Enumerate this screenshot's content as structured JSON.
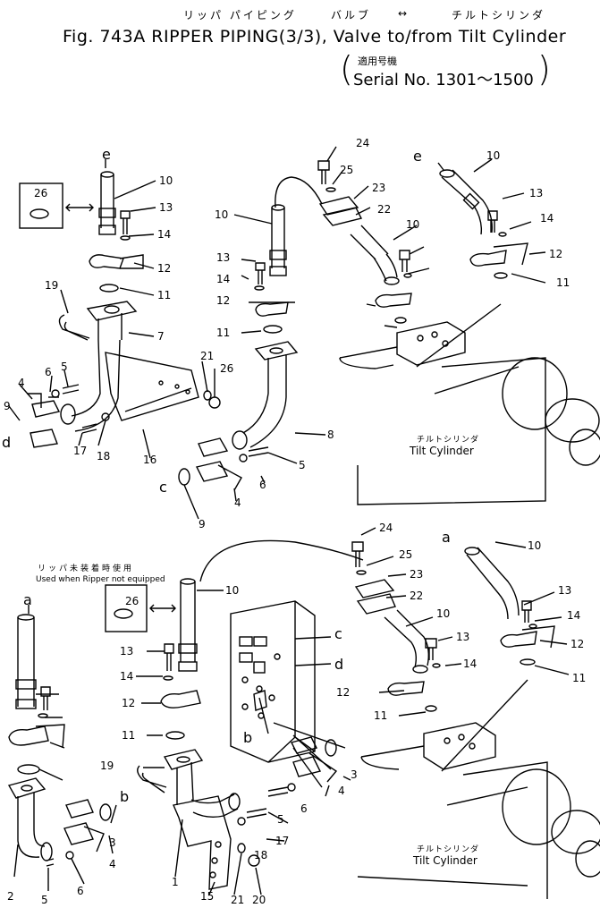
{
  "header": {
    "jp_ripper_piping": "リッパ パイピング",
    "jp_valve": "バルブ",
    "jp_arrow": "↔",
    "jp_tilt_cylinder": "チルトシリンダ",
    "title": "Fig. 743A RIPPER PIPING(3/3), Valve to/from Tilt Cylinder",
    "serial_jp": "適用号機",
    "serial": "Serial No. 1301～1500"
  },
  "labels": {
    "tilt_cylinder_jp": "チルトシリンダ",
    "tilt_cylinder": "Tilt Cylinder",
    "ripper_note_jp": "リッパ未装着時使用",
    "ripper_note": "Used when Ripper not equipped"
  },
  "callouts": {
    "top": [
      "10",
      "13",
      "14",
      "12",
      "11",
      "19",
      "7",
      "6",
      "5",
      "4",
      "9",
      "17",
      "18",
      "16",
      "21",
      "26",
      "26",
      "24",
      "25",
      "23",
      "22",
      "10",
      "13",
      "14",
      "12",
      "11",
      "8",
      "5",
      "6",
      "4",
      "9",
      "10",
      "13",
      "14",
      "12",
      "11",
      "10"
    ],
    "letters": [
      "e",
      "e",
      "d",
      "c",
      "a",
      "a",
      "b",
      "c",
      "d",
      "b"
    ],
    "bottom": [
      "24",
      "25",
      "23",
      "22",
      "10",
      "13",
      "14",
      "12",
      "11",
      "10",
      "13",
      "14",
      "12",
      "11",
      "10",
      "13",
      "14",
      "12",
      "11",
      "19",
      "3",
      "4",
      "6",
      "5",
      "17",
      "2",
      "5",
      "6",
      "4",
      "3",
      "1",
      "18",
      "15",
      "21",
      "20",
      "26"
    ]
  }
}
